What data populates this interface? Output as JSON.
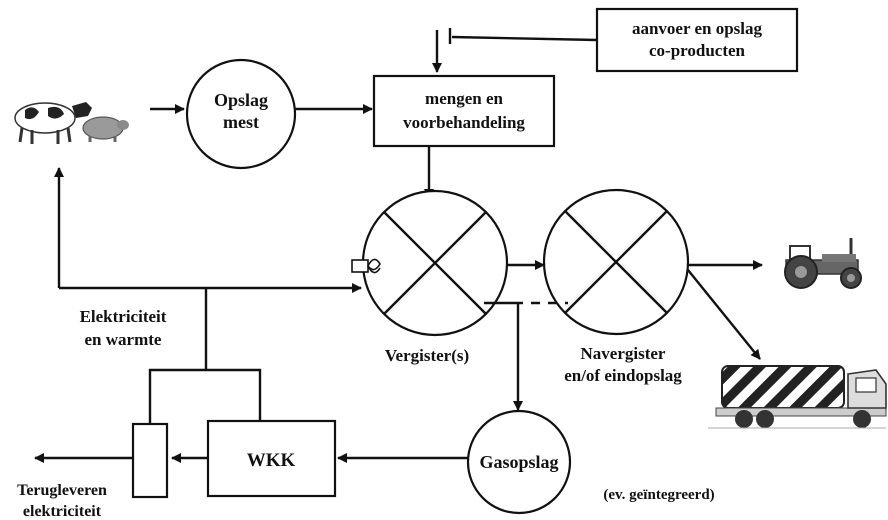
{
  "nodes": {
    "coproducts": {
      "line1": "aanvoer en opslag",
      "line2": "co-producten"
    },
    "opslag_mest": {
      "line1": "Opslag",
      "line2": "mest"
    },
    "mengen": {
      "line1": "mengen en",
      "line2": "voorbehandeling"
    },
    "vergister": {
      "label": "Vergister(s)"
    },
    "navergister": {
      "line1": "Navergister",
      "line2": "en/of eindopslag"
    },
    "gasopslag": {
      "label": "Gasopslag",
      "note": "(ev. geïntegreerd)"
    },
    "wkk": {
      "label": "WKK"
    },
    "elektriciteit": {
      "line1": "Elektriciteit",
      "line2": "en warmte"
    },
    "terugleveren": {
      "line1": "Terugleveren",
      "line2": "elektriciteit"
    }
  },
  "icons": [
    "cow-icon",
    "pig-icon",
    "tractor-icon",
    "tanker-truck-icon",
    "stirrer-icon"
  ],
  "colors": {
    "stroke": "#111111",
    "background": "#ffffff"
  }
}
